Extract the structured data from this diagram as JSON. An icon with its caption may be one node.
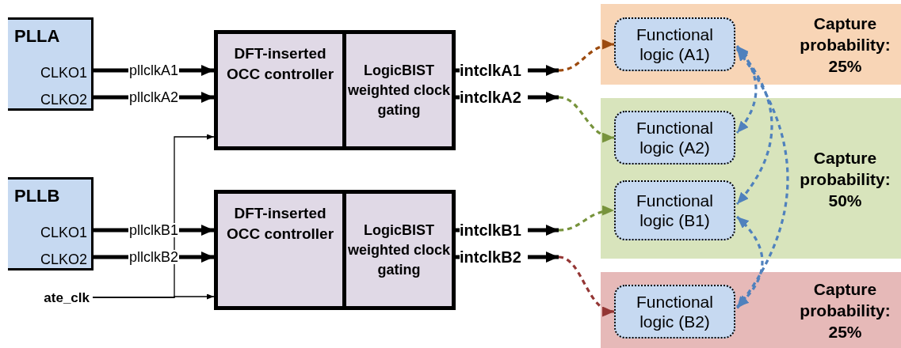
{
  "diagram": {
    "nodes": [
      {
        "text": [
          "PLLA"
        ]
      },
      {
        "text": [
          "CLKO1"
        ],
        "in": 0
      },
      {
        "text": [
          "CLKO2"
        ],
        "in": 0
      },
      {
        "text": [
          "DFT-inserted OCC controller"
        ]
      },
      {
        "text": [
          "LogicBIST weighted clock gating"
        ]
      },
      {
        "text": [
          "intclkA1"
        ]
      },
      {
        "text": [
          "intclkA2"
        ]
      },
      {
        "text": [
          "Capture probability: 25%"
        ]
      },
      {
        "text": [
          "Functional logic (A1)"
        ],
        "in": 7
      },
      {
        "text": [
          "Capture probability: 50%"
        ]
      },
      {
        "text": [
          "Functional logic (A2)"
        ],
        "in": 9
      },
      {
        "text": [
          "Functional logic (B1)"
        ],
        "in": 9
      },
      {
        "text": [
          "PLLB"
        ]
      },
      {
        "text": [
          "CLKO1"
        ],
        "in": 12
      },
      {
        "text": [
          "CLKO2"
        ],
        "in": 12
      },
      {
        "text": [
          "DFT-inserted OCC controller"
        ]
      },
      {
        "text": [
          "LogicBIST weighted clock gating"
        ]
      },
      {
        "text": [
          "intclkB1"
        ]
      },
      {
        "text": [
          "intclkB2"
        ]
      },
      {
        "text": [
          "ate_clk"
        ]
      },
      {
        "text": [
          "Capture probability: 25%"
        ]
      },
      {
        "text": [
          "Functional logic (B2)"
        ],
        "in": 20
      }
    ],
    "edges": [
      {
        "from": 1,
        "to": 3,
        "arrow": "to",
        "label": "pllclkA1"
      },
      {
        "from": 2,
        "to": 3,
        "arrow": "to",
        "label": "pllclkA2"
      },
      {
        "from": 13,
        "to": 15,
        "arrow": "to",
        "label": "pllclkB1"
      },
      {
        "from": 14,
        "to": 15,
        "arrow": "to",
        "label": "pllclkB2"
      },
      {
        "from": 19,
        "to": 3,
        "arrow": "to"
      },
      {
        "from": 19,
        "to": 15,
        "arrow": "to"
      },
      {
        "from": 4,
        "to": 5,
        "arrow": "none"
      },
      {
        "from": 4,
        "to": 6,
        "arrow": "none"
      },
      {
        "from": 16,
        "to": 17,
        "arrow": "none"
      },
      {
        "from": 16,
        "to": 18,
        "arrow": "none"
      },
      {
        "from": 5,
        "to": 8,
        "arrow": "to",
        "style": "dashed",
        "color": "#9c4a0e"
      },
      {
        "from": 6,
        "to": 10,
        "arrow": "to",
        "style": "dashed",
        "color": "#77933c"
      },
      {
        "from": 17,
        "to": 11,
        "arrow": "to",
        "style": "dashed",
        "color": "#77933c"
      },
      {
        "from": 18,
        "to": 21,
        "arrow": "to",
        "style": "dashed",
        "color": "#943634"
      },
      {
        "from": 8,
        "to": 10,
        "arrow": "both",
        "style": "dashed",
        "color": "#4f81bd"
      },
      {
        "from": 8,
        "to": 11,
        "arrow": "both",
        "style": "dashed",
        "color": "#4f81bd"
      },
      {
        "from": 8,
        "to": 21,
        "arrow": "both",
        "style": "dashed",
        "color": "#4f81bd"
      },
      {
        "from": 11,
        "to": 21,
        "arrow": "both",
        "style": "dashed",
        "color": "#4f81bd"
      },
      {
        "from": 5,
        "to": null,
        "arrow": "to"
      },
      {
        "from": 6,
        "to": null,
        "arrow": "to"
      },
      {
        "from": 17,
        "to": null,
        "arrow": "to"
      },
      {
        "from": 18,
        "to": null,
        "arrow": "to"
      }
    ]
  }
}
